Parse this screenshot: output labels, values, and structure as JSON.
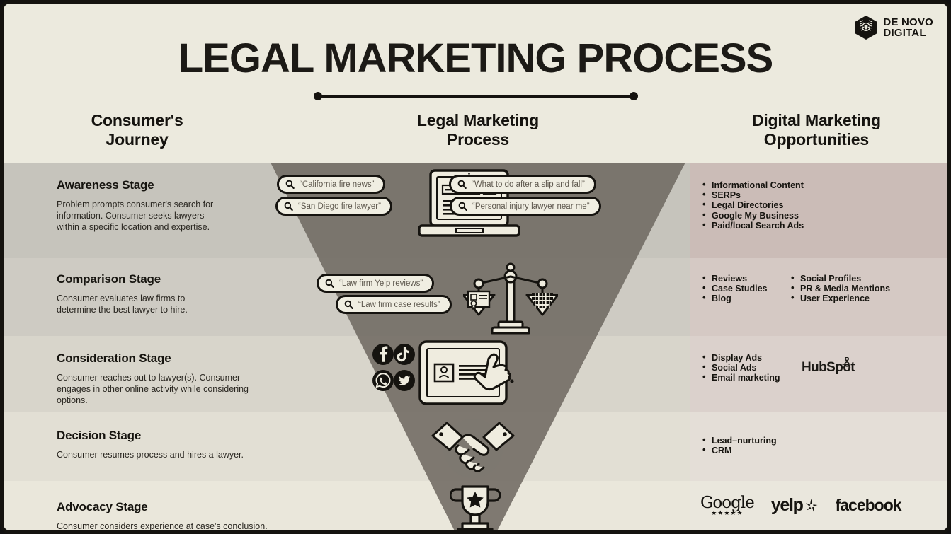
{
  "brand": {
    "logo_line1": "DE NOVO",
    "logo_line2": "DIGITAL",
    "logo_icon": "hexagon-lion-icon"
  },
  "header": {
    "title": "LEGAL MARKETING PROCESS",
    "columns": [
      {
        "line1": "Consumer's",
        "line2": "Journey"
      },
      {
        "line1": "Legal Marketing",
        "line2": "Process"
      },
      {
        "line1": "Digital Marketing",
        "line2": "Opportunities"
      }
    ]
  },
  "colors": {
    "page_bg": "#eceade",
    "ink": "#15130f",
    "funnel": "#6f6a62",
    "row1_left": "#c6c4bc",
    "row1_right": "#cbbcb7",
    "row2_left": "#cecbc3",
    "row2_right": "#d5c9c4",
    "row3_left": "#d8d5cb",
    "row3_right": "#dbd1cc",
    "row4_left": "#e2dfd4",
    "row4_right": "#e4ded7",
    "row5_left": "#eae7db",
    "row5_right": "#eae7dd"
  },
  "stages": [
    {
      "id": "awareness",
      "title": "Awareness Stage",
      "desc": "Problem prompts consumer's search for information. Consumer seeks lawyers within a specific location and expertise.",
      "searches": [
        "“California fire news”",
        "“San Diego fire lawyer”",
        "“What to do after a slip and fall”",
        "“Personal injury lawyer near me”"
      ],
      "graphic": "laptop-search-icon",
      "opportunities_col1": [
        "Informational Content",
        "SERPs",
        "Legal Directories",
        "Google My Business",
        "Paid/local Search Ads"
      ],
      "opportunities_col2": []
    },
    {
      "id": "comparison",
      "title": "Comparison Stage",
      "desc": "Consumer evaluates law firms to determine the best lawyer to hire.",
      "searches": [
        "“Law firm Yelp reviews”",
        "“Law firm case results”"
      ],
      "graphic": "scales-of-justice-icon",
      "opportunities_col1": [
        "Reviews",
        "Case Studies",
        "Blog"
      ],
      "opportunities_col2": [
        "Social Profiles",
        "PR & Media Mentions",
        "User Experience"
      ]
    },
    {
      "id": "consideration",
      "title": "Consideration Stage",
      "desc": "Consumer reaches out to lawyer(s). Consumer engages in other online activity while considering options.",
      "searches": [],
      "graphic": "tablet-form-hand-icon",
      "social_icons": [
        "facebook-icon",
        "tiktok-icon",
        "whatsapp-icon",
        "twitter-icon"
      ],
      "partner_logo": "HubSpot",
      "opportunities_col1": [
        "Display Ads",
        "Social Ads",
        "Email marketing"
      ],
      "opportunities_col2": []
    },
    {
      "id": "decision",
      "title": "Decision Stage",
      "desc": "Consumer resumes process and hires a lawyer.",
      "searches": [],
      "graphic": "handshake-icon",
      "opportunities_col1": [
        "Lead–nurturing",
        "CRM"
      ],
      "opportunities_col2": []
    },
    {
      "id": "advocacy",
      "title": "Advocacy Stage",
      "desc": "Consumer considers experience at case's conclusion.",
      "searches": [],
      "graphic": "trophy-icon",
      "review_logos": [
        "Google",
        "yelp",
        "facebook"
      ],
      "google_stars": "★★★★★",
      "opportunities_col1": [],
      "opportunities_col2": []
    }
  ]
}
